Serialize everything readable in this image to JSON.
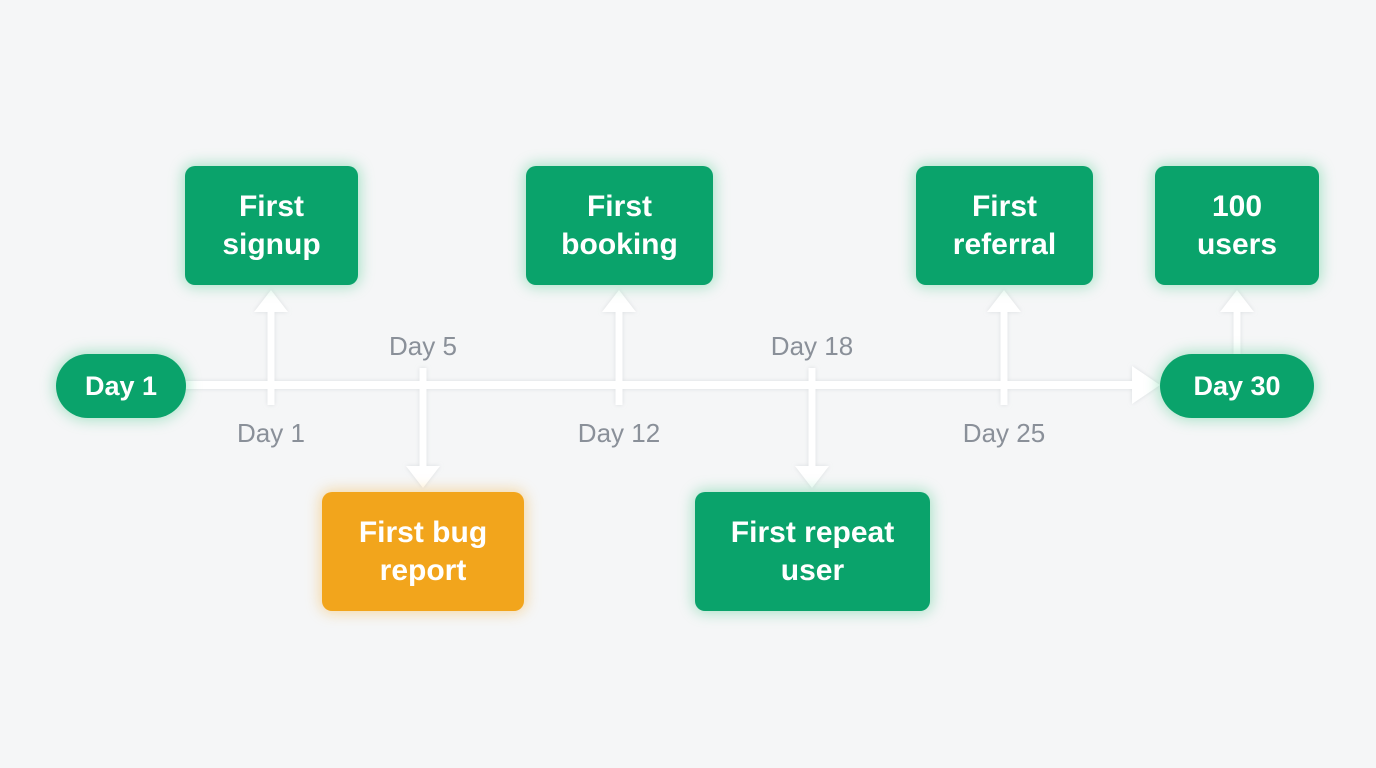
{
  "timeline": {
    "start_label": "Day 1",
    "end_label": "Day 30",
    "colors": {
      "milestone": "#0aa36b",
      "issue": "#f2a51c",
      "connector": "#ffffff",
      "day_label": "#8a9099",
      "background": "#f5f6f7"
    },
    "milestones": [
      {
        "id": "first-signup",
        "label": "First\nsignup",
        "day_label": "Day 1",
        "position": "above",
        "kind": "milestone"
      },
      {
        "id": "first-bug-report",
        "label": "First bug\nreport",
        "day_label": "Day 5",
        "position": "below",
        "kind": "issue"
      },
      {
        "id": "first-booking",
        "label": "First\nbooking",
        "day_label": "Day 12",
        "position": "above",
        "kind": "milestone"
      },
      {
        "id": "first-repeat-user",
        "label": "First repeat\nuser",
        "day_label": "Day 18",
        "position": "below",
        "kind": "milestone"
      },
      {
        "id": "first-referral",
        "label": "First\nreferral",
        "day_label": "Day 25",
        "position": "above",
        "kind": "milestone"
      },
      {
        "id": "100-users",
        "label": "100\nusers",
        "day_label": "Day 30",
        "position": "above",
        "kind": "milestone"
      }
    ]
  }
}
